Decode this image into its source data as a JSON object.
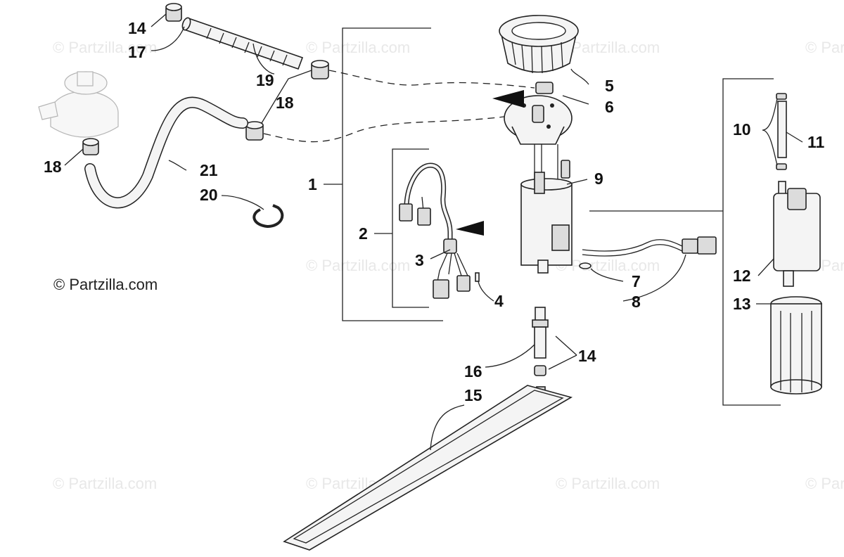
{
  "watermark": "© Partzilla.com",
  "copyright": "© Partzilla.com",
  "callouts": [
    "1",
    "2",
    "3",
    "4",
    "5",
    "6",
    "7",
    "8",
    "9",
    "10",
    "11",
    "12",
    "13",
    "14",
    "14",
    "15",
    "16",
    "17",
    "18",
    "18",
    "19",
    "20",
    "21"
  ],
  "parts": {
    "p1": "1",
    "p2": "2",
    "p3": "3",
    "p4": "4",
    "p5": "5",
    "p6": "6",
    "p7": "7",
    "p8": "8",
    "p9": "9",
    "p10": "10",
    "p11": "11",
    "p12": "12",
    "p13": "13",
    "p14a": "14",
    "p14b": "14",
    "p15": "15",
    "p16": "16",
    "p17": "17",
    "p18a": "18",
    "p18b": "18",
    "p19": "19",
    "p20": "20",
    "p21": "21"
  }
}
